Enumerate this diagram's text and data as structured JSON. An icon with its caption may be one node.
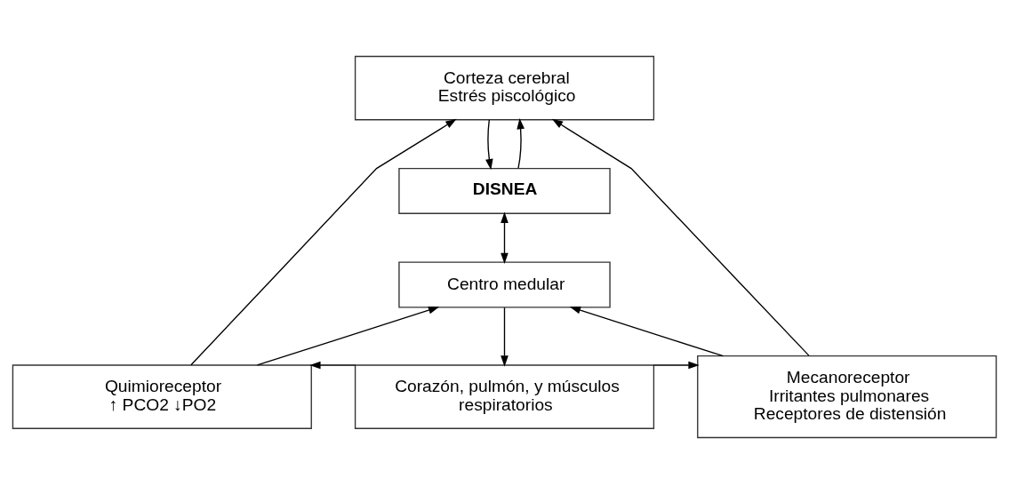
{
  "diagram": {
    "nodes": [
      {
        "text": [
          "Corteza cerebral",
          "Estrés piscológico"
        ]
      },
      {
        "text": [
          "DISNEA"
        ]
      },
      {
        "text": [
          "Centro medular"
        ]
      },
      {
        "text": [
          "Quimioreceptor",
          "↑ PCO2 ↓PO2"
        ]
      },
      {
        "text": [
          "Corazón, pulmón, y músculos respiratorios"
        ]
      },
      {
        "text": [
          "Mecanoreceptor",
          "Irritantes pulmonares",
          "Receptores de distensión"
        ]
      }
    ],
    "edges": [
      {
        "from": 0,
        "to": 1,
        "arrow": "to"
      },
      {
        "from": 1,
        "to": 0,
        "arrow": "to"
      },
      {
        "from": 1,
        "to": 2,
        "arrow": "both"
      },
      {
        "from": 2,
        "to": 4,
        "arrow": "to"
      },
      {
        "from": 3,
        "to": 2,
        "arrow": "to"
      },
      {
        "from": 5,
        "to": 2,
        "arrow": "to"
      },
      {
        "from": 3,
        "to": 0,
        "arrow": "to"
      },
      {
        "from": 5,
        "to": 0,
        "arrow": "to"
      },
      {
        "from": 4,
        "to": 3,
        "arrow": "to"
      },
      {
        "from": 4,
        "to": 5,
        "arrow": "to"
      }
    ]
  }
}
